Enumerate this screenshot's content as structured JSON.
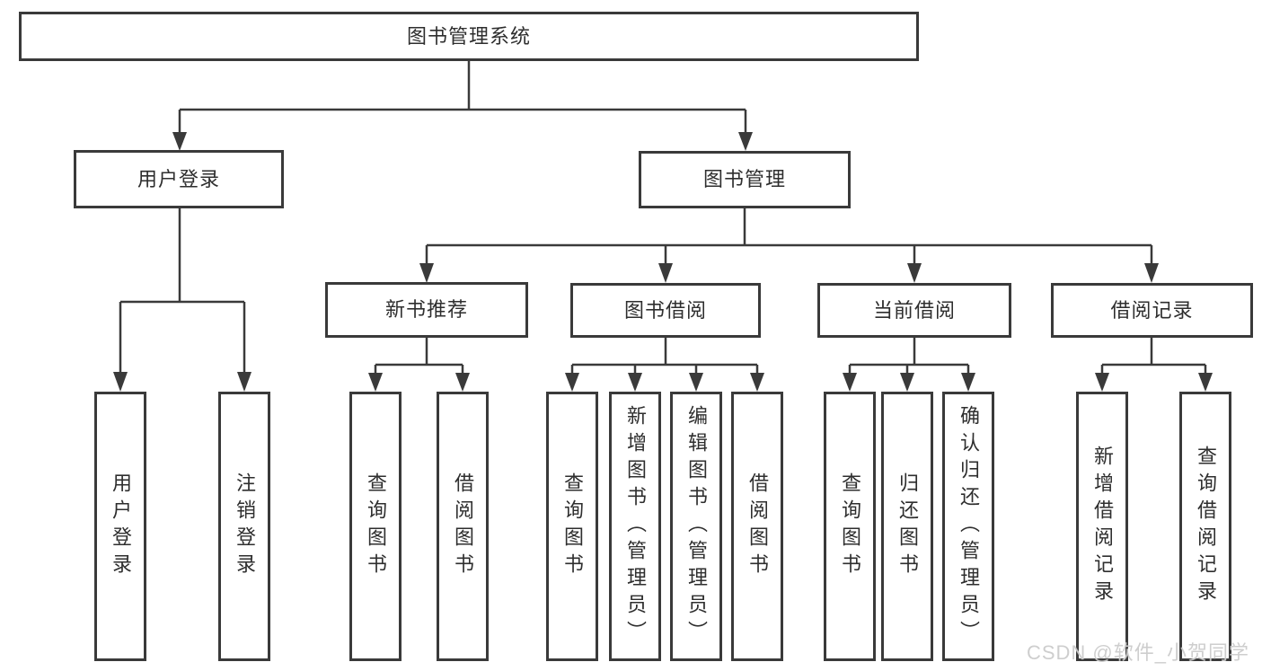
{
  "diagram": {
    "title": "图书管理系统",
    "branches": [
      {
        "label": "用户登录",
        "children": [
          {
            "label": "用户登录"
          },
          {
            "label": "注销登录"
          }
        ]
      },
      {
        "label": "图书管理",
        "children": [
          {
            "label": "新书推荐",
            "children": [
              {
                "label": "查询图书"
              },
              {
                "label": "借阅图书"
              }
            ]
          },
          {
            "label": "图书借阅",
            "children": [
              {
                "label": "查询图书"
              },
              {
                "label": "新增图书（管理员）"
              },
              {
                "label": "编辑图书（管理员）"
              },
              {
                "label": "借阅图书"
              }
            ]
          },
          {
            "label": "当前借阅",
            "children": [
              {
                "label": "查询图书"
              },
              {
                "label": "归还图书"
              },
              {
                "label": "确认归还（管理员）"
              }
            ]
          },
          {
            "label": "借阅记录",
            "children": [
              {
                "label": "新增借阅记录"
              },
              {
                "label": "查询借阅记录"
              }
            ]
          }
        ]
      }
    ]
  },
  "watermark": {
    "text": "CSDN @软件_小贺同学"
  },
  "colors": {
    "line": "#3a3a3a",
    "border": "#3a3a3a",
    "text": "#2e2e2e",
    "bg": "#ffffff",
    "watermark": "#cccccc"
  }
}
